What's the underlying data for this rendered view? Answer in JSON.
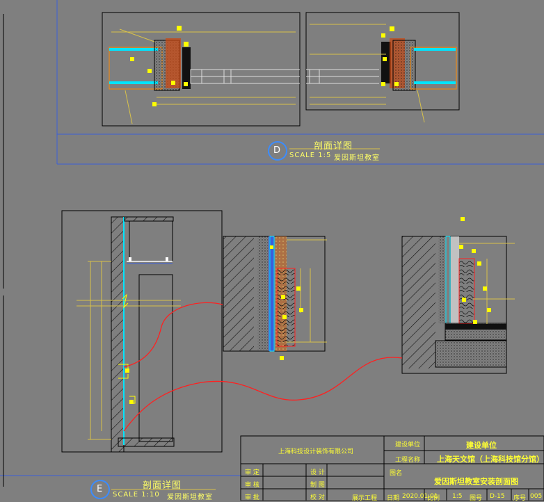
{
  "sections": [
    {
      "id": "D",
      "title": "剖面详图",
      "scale": "SCALE 1:5",
      "subtitle": "爱因斯坦教室"
    },
    {
      "id": "E",
      "title": "剖面详图",
      "scale": "SCALE 1:10",
      "subtitle": "爱因斯坦教室"
    }
  ],
  "title_block": {
    "company": "上海科技设计装饰有限公司",
    "client_label": "建设单位",
    "client_value": "建设单位",
    "project_label": "工程名称",
    "project_value": "上海天文馆（上海科技馆分馆）",
    "drawing_label": "图名",
    "drawing_value": "爱因斯坦教室安装剖面图",
    "rows": [
      "审 定",
      "审 核",
      "审 批"
    ],
    "cols": [
      "设 计",
      "制 图",
      "校 对"
    ],
    "stage": "展示工程",
    "date_label": "日期",
    "date_value": "2020.01.01",
    "ratio_label": "比例",
    "ratio_value": "1:5",
    "num_label": "图号",
    "num_value": "D-15",
    "seq_label": "序号",
    "seq_value": "005"
  },
  "colors": {
    "background": "#7f7f7f",
    "frame": "#000000",
    "guide": "#3b5fd9",
    "dimension": "#d8c24a",
    "highlight": "#ffff00",
    "accent_red": "#ff2020",
    "cyan": "#00e5ff",
    "orange": "#ff8a00"
  }
}
